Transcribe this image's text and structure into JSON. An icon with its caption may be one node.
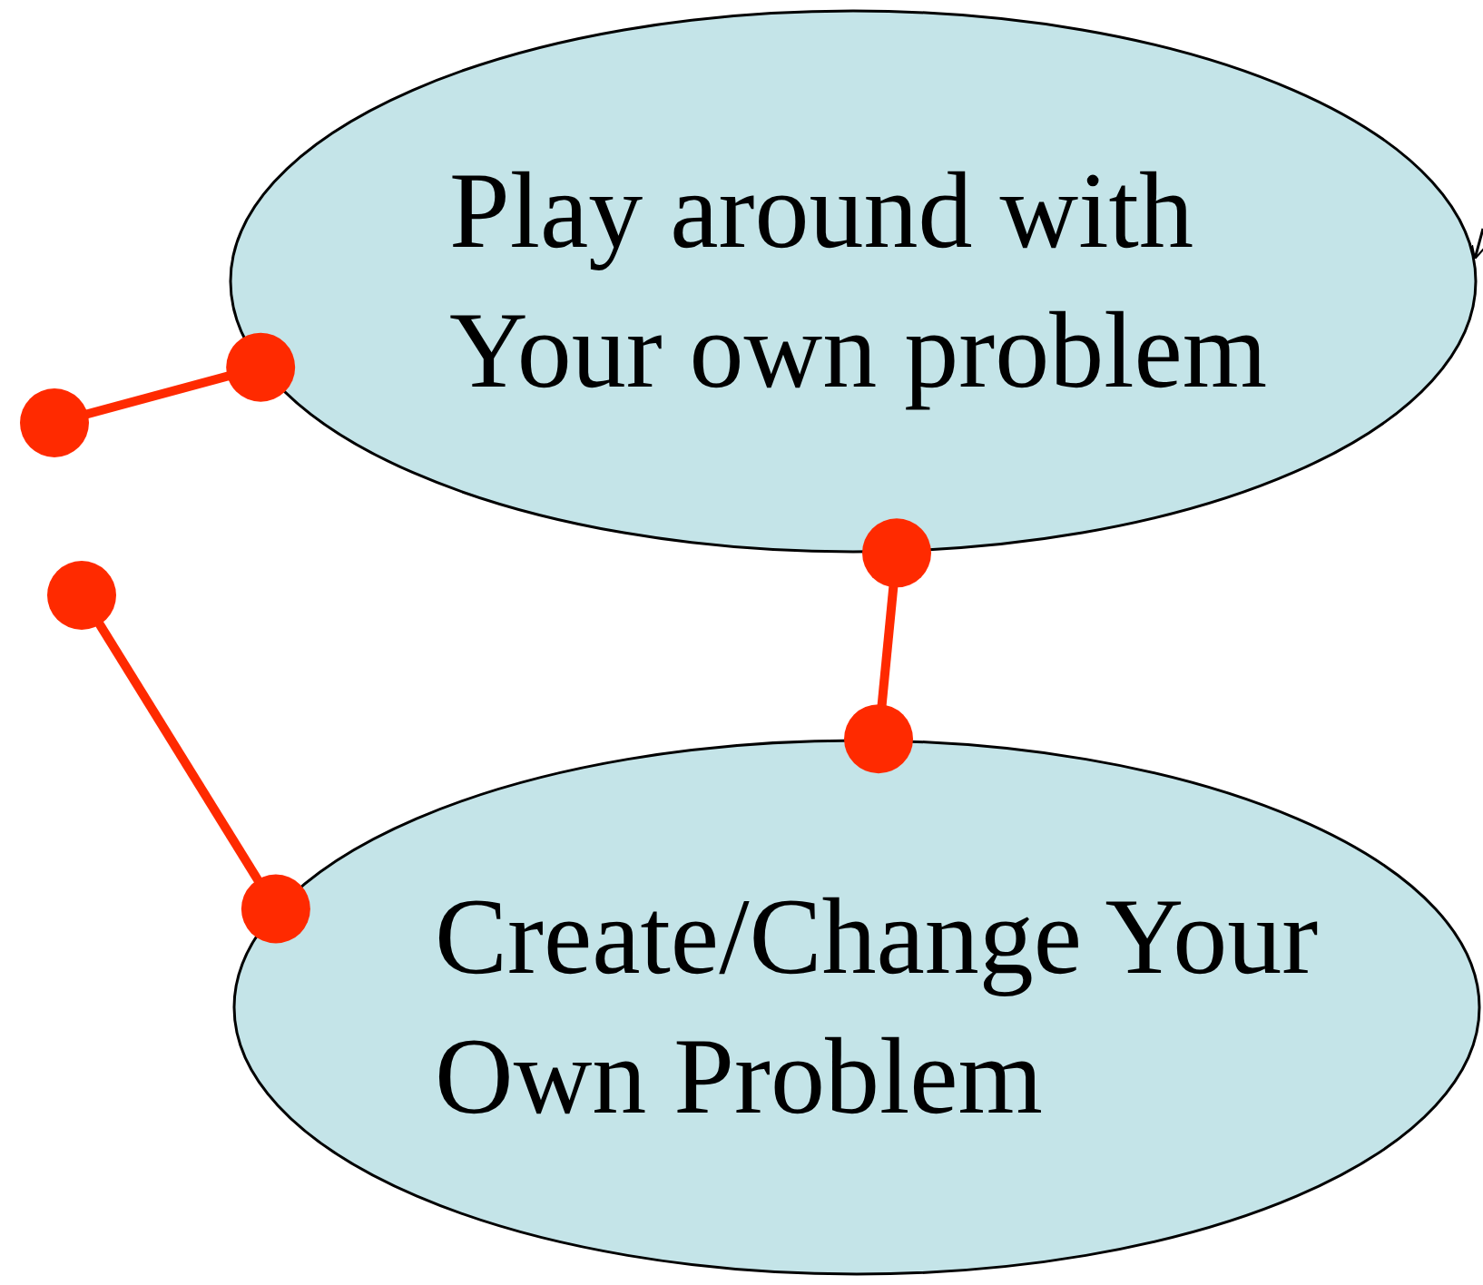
{
  "diagram": {
    "nodes": [
      {
        "text": [
          "Play around with Your own problem"
        ]
      },
      {
        "text": [
          "Create/Change Your Own Problem"
        ]
      }
    ],
    "edges": [
      {
        "from": null,
        "to": 0,
        "arrow": "other"
      },
      {
        "from": 0,
        "to": 1,
        "arrow": "other"
      },
      {
        "from": null,
        "to": 1,
        "arrow": "other"
      },
      {
        "from": null,
        "to": 0,
        "arrow": "to",
        "color": "#000000"
      }
    ]
  }
}
